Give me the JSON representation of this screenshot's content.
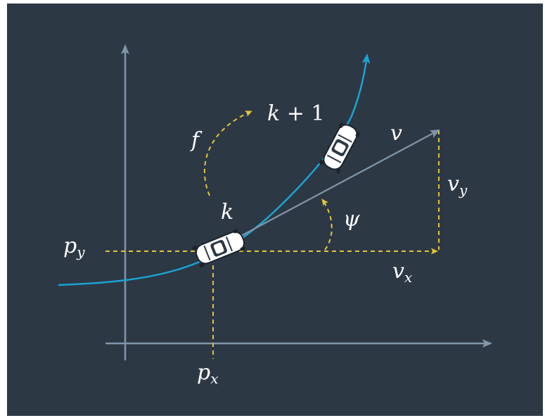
{
  "labels": {
    "px_base": "p",
    "px_sub": "x",
    "py_base": "p",
    "py_sub": "y",
    "vx_base": "v",
    "vx_sub": "x",
    "vy_base": "v",
    "vy_sub": "y",
    "v": "v",
    "psi": "ψ",
    "f": "f",
    "k": "k",
    "k_plus_1_k": "k",
    "k_plus_1_op": "+",
    "k_plus_1_num": "1"
  },
  "colors": {
    "background": "#2d3845",
    "axis": "#8096a8",
    "trajectory": "#1aa3d1",
    "dashed": "#e3c53a",
    "vector": "#8096a8",
    "text": "#ffffff"
  },
  "icons": [
    "car-icon",
    "car-icon"
  ]
}
